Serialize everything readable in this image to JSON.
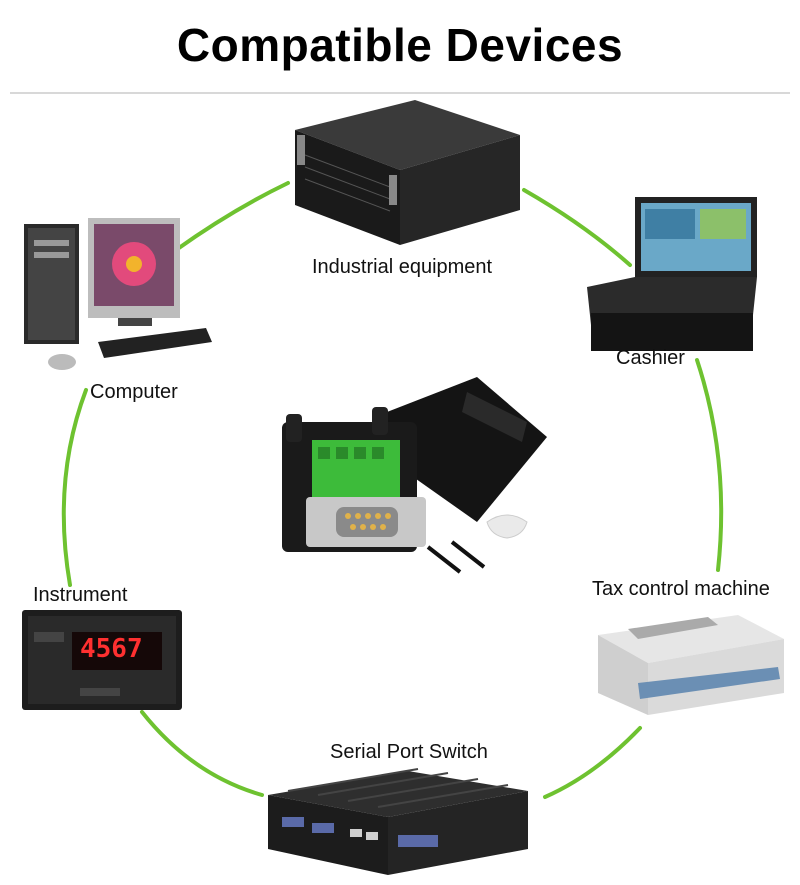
{
  "title": "Compatible Devices",
  "colors": {
    "ring": "#6ec230",
    "terminal": "#3dbb3a",
    "dark": "#1c1c1c"
  },
  "devices": [
    {
      "name": "industrial",
      "label": "Industrial equipment"
    },
    {
      "name": "computer",
      "label": "Computer"
    },
    {
      "name": "cashier",
      "label": "Cashier"
    },
    {
      "name": "instrument",
      "label": "Instrument",
      "display": "4567"
    },
    {
      "name": "tax",
      "label": "Tax control machine"
    },
    {
      "name": "switch",
      "label": "Serial Port Switch"
    }
  ]
}
